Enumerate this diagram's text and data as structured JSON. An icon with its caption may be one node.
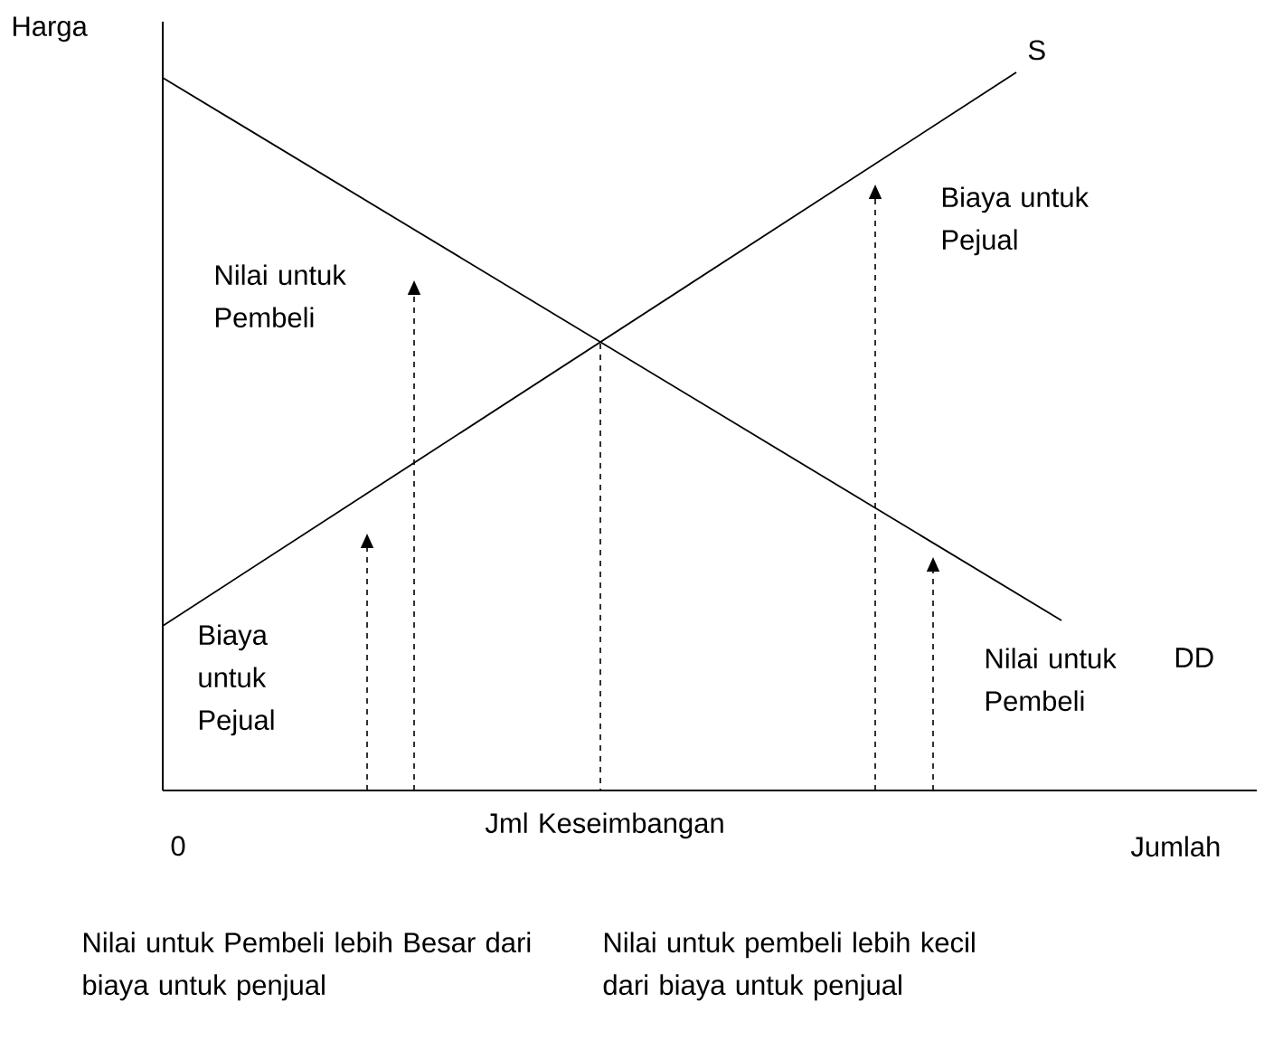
{
  "diagram": {
    "labels": [
      "Harga",
      "S",
      "Biaya untuk Pejual",
      "Nilai untuk Pembeli",
      "Biaya untuk Pejual",
      "Nilai untuk Pembeli",
      "DD",
      "0",
      "Jml Keseimbangan",
      "Jumlah",
      "Nilai untuk Pembeli lebih Besar dari biaya untuk penjual",
      "Nilai untuk pembeli lebih kecil dari biaya untuk penjual"
    ]
  }
}
